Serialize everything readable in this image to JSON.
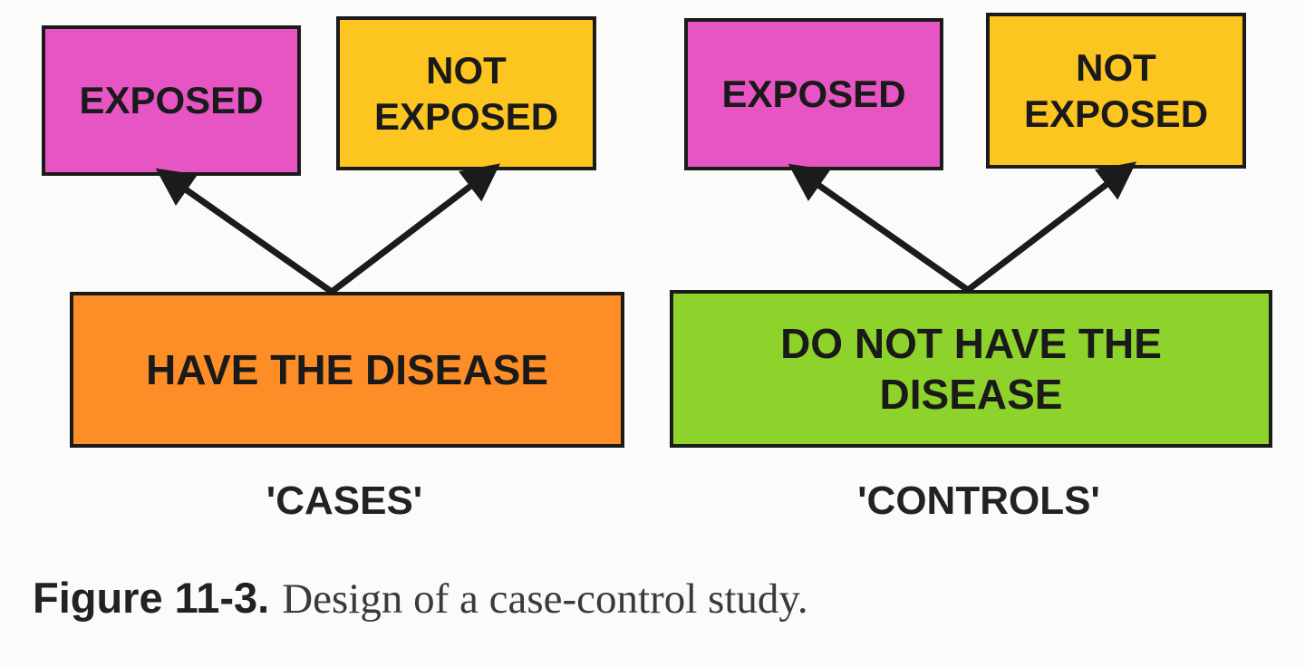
{
  "colors": {
    "exposed": "#e755c5",
    "not_exposed": "#fcc51f",
    "cases": "#fd8d26",
    "controls": "#8ed32b",
    "outline": "#1b1b1b"
  },
  "cases": {
    "exposed_label": "EXPOSED",
    "not_exposed_label": "NOT\nEXPOSED",
    "group_box_label": "HAVE THE DISEASE",
    "group_name": "'CASES'"
  },
  "controls": {
    "exposed_label": "EXPOSED",
    "not_exposed_label": "NOT\nEXPOSED",
    "group_box_label": "DO NOT HAVE THE\nDISEASE",
    "group_name": "'CONTROLS'"
  },
  "caption": {
    "figure_label": "Figure 11-3.",
    "text": "Design of a case-control study."
  }
}
